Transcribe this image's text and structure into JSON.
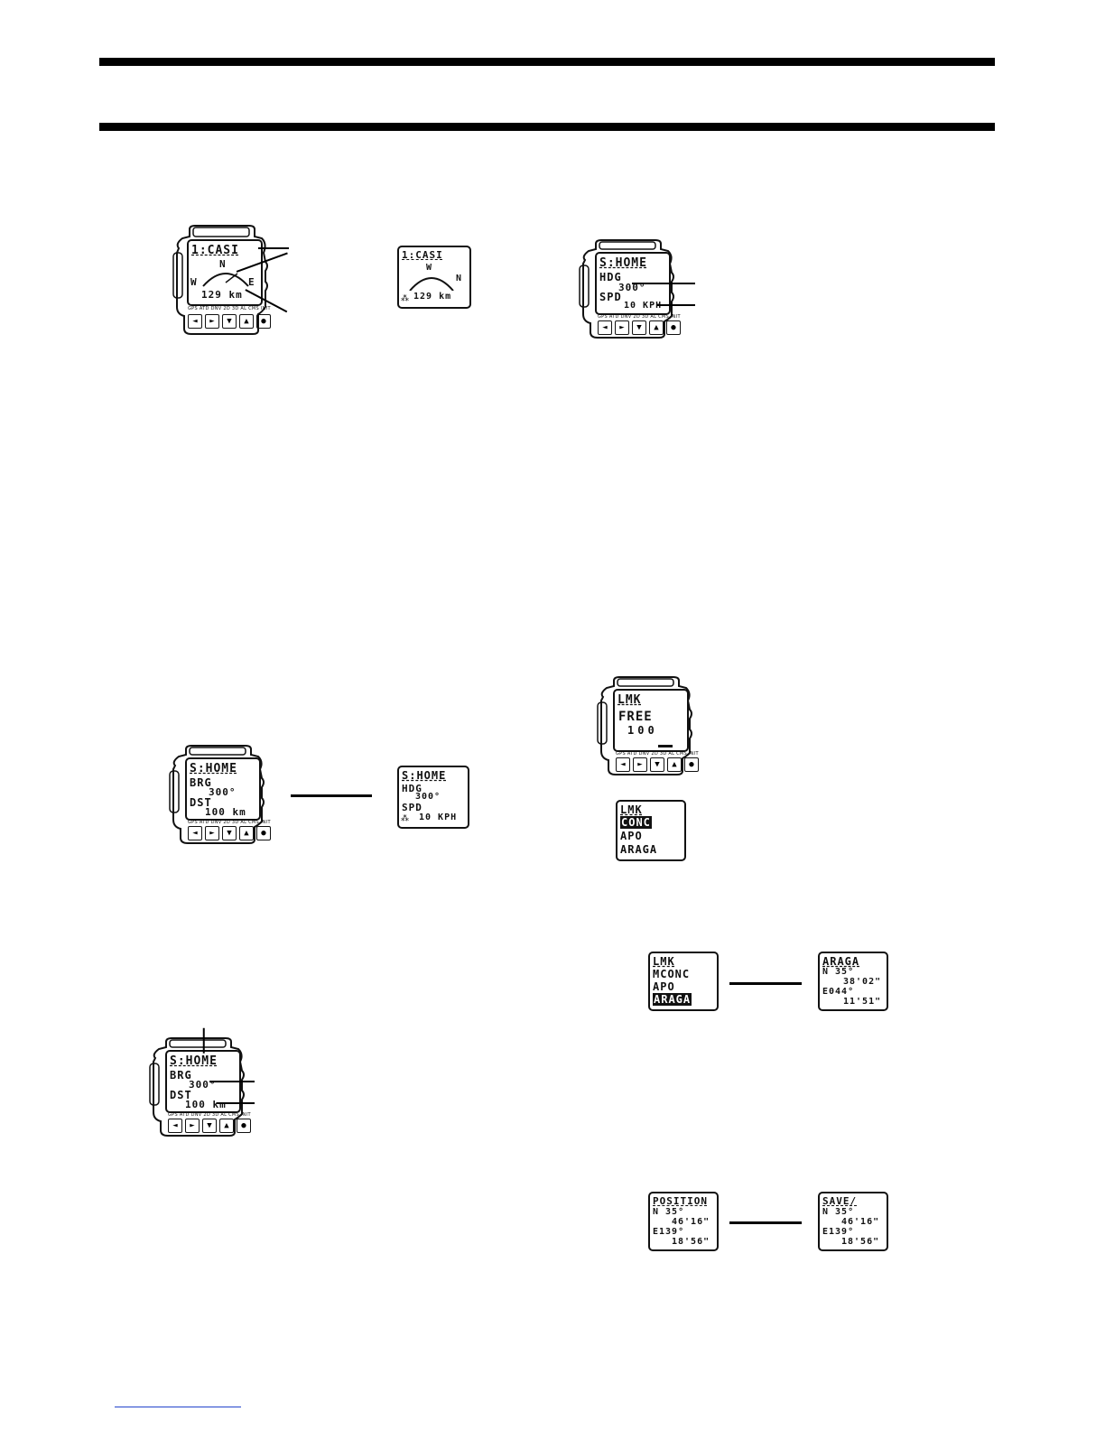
{
  "modes_strip": "GPS ATD DNV 2D 3D AL CMS INIT",
  "buttons": [
    "◄",
    "►",
    "▼",
    "▲",
    "●"
  ],
  "displays": {
    "compass_watch": {
      "name": "1:CASI",
      "heading_letter": "N",
      "west": "W",
      "east": "E",
      "distance": "129 km"
    },
    "compass_small": {
      "name": "1:CASI",
      "top_letter": "W",
      "right_letter": "N",
      "distance": "129 km"
    },
    "home_hdg_watch": {
      "name": "S:HOME",
      "l1": "HDG",
      "l2": "300°",
      "l3": "SPD",
      "l4": "10 KPH"
    },
    "home_brg_watch": {
      "name": "S:HOME",
      "l1": "BRG",
      "l2": "300°",
      "l3": "DST",
      "l4": "100 km"
    },
    "home_hdg_small": {
      "name": "S:HOME",
      "l1": "HDG",
      "l2": "300°",
      "l3": "SPD",
      "l4": "10 KPH"
    },
    "home_brg_watch2": {
      "name": "S:HOME",
      "l1": "BRG",
      "l2": "300°",
      "l3": "DST",
      "l4": "100 km"
    },
    "lmk_free_watch": {
      "name": "LMK",
      "l1": "FREE",
      "l2": "100"
    },
    "lmk_list_small": {
      "name": "LMK",
      "l1": "CONC",
      "l2": "APO",
      "l3": "ARAGA"
    },
    "lmk_list_small2": {
      "name": "LMK",
      "l1": "MCONC",
      "l2": "APO",
      "l3": "ARAGA"
    },
    "araga_small": {
      "name": "ARAGA",
      "l1": "N 35°",
      "l2": "38'02\"",
      "l3": "E044°",
      "l4": "11'51\""
    },
    "position_small": {
      "name": "POSITION",
      "l1": "N 35°",
      "l2": "46'16\"",
      "l3": "E139°",
      "l4": "18'56\""
    },
    "save_small": {
      "name": "SAVE/",
      "l1": "N 35°",
      "l2": "46'16\"",
      "l3": "E139°",
      "l4": "18'56\""
    }
  }
}
